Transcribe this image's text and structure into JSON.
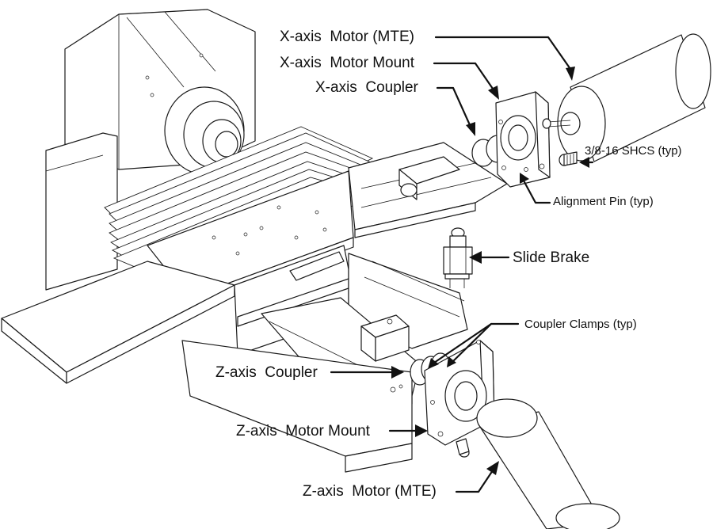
{
  "labels": {
    "x_motor": "X-axis  Motor (MTE)",
    "x_mount": "X-axis  Motor Mount",
    "x_coupler": "X-axis  Coupler",
    "shcs": "3/8-16 SHCS (typ)",
    "align_pin": "Alignment Pin (typ)",
    "slide_brake": "Slide Brake",
    "coupler_clamps": "Coupler Clamps (typ)",
    "z_coupler": "Z-axis  Coupler",
    "z_mount": "Z-axis  Motor Mount",
    "z_motor": "Z-axis  Motor (MTE)"
  },
  "colors": {
    "ink": "#111111",
    "background": "#ffffff"
  }
}
